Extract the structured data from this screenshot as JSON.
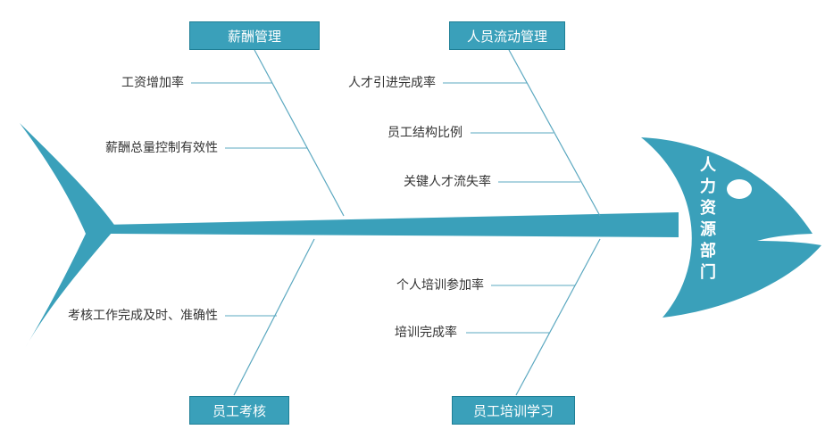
{
  "colors": {
    "fish": "#3aa0ba",
    "box": "#3aa0ba",
    "bone": "#5ba8c0",
    "text": "#333333"
  },
  "head": {
    "label": "人力资源部门",
    "chars": [
      "人",
      "力",
      "资",
      "源",
      "部",
      "门"
    ]
  },
  "categories": {
    "top_left": "薪酬管理",
    "top_right": "人员流动管理",
    "bottom_left": "员工考核",
    "bottom_right": "员工培训学习"
  },
  "causes": {
    "salary": [
      "工资增加率",
      "薪酬总量控制有效性"
    ],
    "mobility": [
      "人才引进完成率",
      "员工结构比例",
      "关键人才流失率"
    ],
    "appraisal": [
      "考核工作完成及时、准确性"
    ],
    "training": [
      "个人培训参加率",
      "培训完成率"
    ]
  }
}
